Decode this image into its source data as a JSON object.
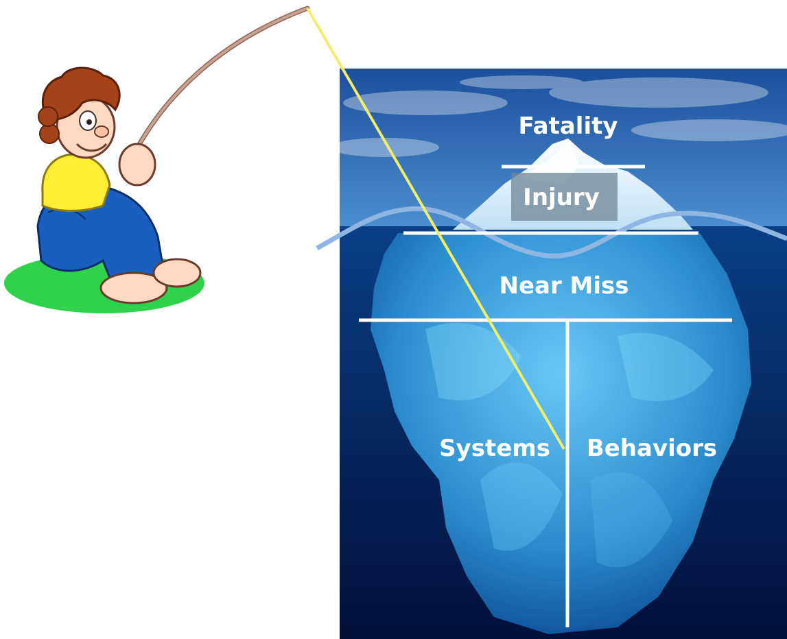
{
  "labels": {
    "fatality": "Fatality",
    "injury": "Injury",
    "near_miss": "Near Miss",
    "systems": "Systems",
    "behaviors": "Behaviors"
  },
  "colors": {
    "sky_top": "#1c4f9c",
    "sky_bottom": "#4c8fd0",
    "water_top": "#0a3f86",
    "water_bottom": "#020f3a",
    "ice_light": "#eaf6ff",
    "ice_under": "#3aa6e0",
    "wave": "#8fb6e2",
    "divider": "#ffffff",
    "fishing_line": "#f2ee6a",
    "fishing_rod": "#b08a78",
    "grass": "#2fd24a",
    "hair": "#a4421a",
    "shirt": "#ffee33",
    "jeans": "#1a5fbf",
    "skin": "#ffd9c2"
  },
  "icons": {
    "fisherman": "fisherman-cartoon-icon",
    "iceberg": "iceberg-image"
  }
}
